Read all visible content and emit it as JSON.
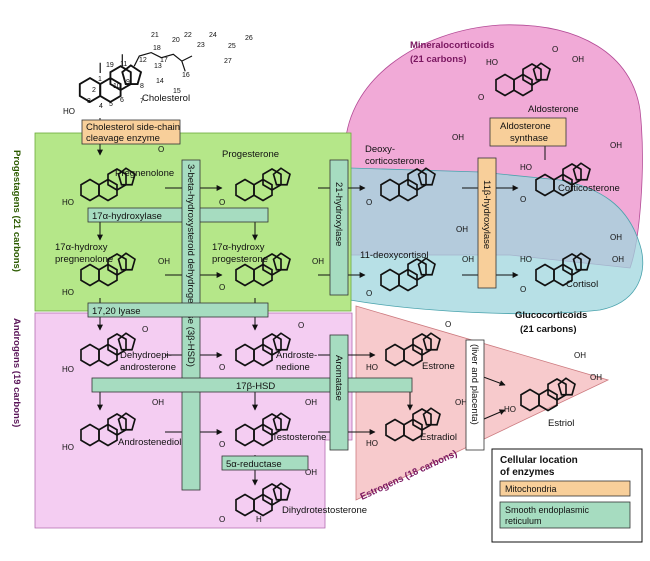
{
  "regions": {
    "mineralocorticoids": {
      "title": "Mineralocorticoids",
      "sub": "(21 carbons)",
      "fill": "#ee9bd0",
      "text_color": "#7a1760"
    },
    "glucocorticoids": {
      "title": "Glucocorticoids",
      "sub": "(21 carbons)",
      "fill": "#9fd6dd",
      "text_color": "#111111"
    },
    "progestagens": {
      "title": "Progestagens (21 carbons)",
      "fill": "#b5e789",
      "text_color": "#2c5b00"
    },
    "androgens": {
      "title": "Androgens (19 carbons)",
      "fill": "#f4cdf2",
      "text_color": "#5a1659"
    },
    "estrogens": {
      "title": "Estrogens (18 carbons)",
      "fill": "#f6c4c6",
      "text_color": "#7a1760"
    }
  },
  "compounds": {
    "cholesterol": "Cholesterol",
    "pregnenolone": "Pregnenolone",
    "progesterone": "Progesterone",
    "deoxycorticosterone_1": "Deoxy-",
    "deoxycorticosterone_2": "corticosterone",
    "corticosterone": "Corticosterone",
    "aldosterone": "Aldosterone",
    "hydroxypregnenolone_1": "17α-hydroxy",
    "hydroxypregnenolone_2": "pregnenolone",
    "hydroxyprogesterone_1": "17α-hydroxy",
    "hydroxyprogesterone_2": "progesterone",
    "deoxycortisol": "11-deoxycortisol",
    "cortisol": "Cortisol",
    "dhea_1": "Dehydroepi-",
    "dhea_2": "androsterone",
    "androstenedione_1": "Androste-",
    "androstenedione_2": "nedione",
    "estrone": "Estrone",
    "estriol": "Estriol",
    "androstenediol": "Androstenediol",
    "testosterone": "Testosterone",
    "estradiol": "Estradiol",
    "dht": "Dihydrotestosterone"
  },
  "enzymes": {
    "scc_1": "Cholesterol side-chain",
    "scc_2": "cleavage enzyme",
    "aldosterone_synthase_1": "Aldosterone",
    "aldosterone_synthase_2": "synthase",
    "hydroxylase17": "17α-hydroxylase",
    "hsd3b": "3-beta-hydroxysteroid dehydrogenase (3β-HSD)",
    "hydroxylase21": "21-hydroxylase",
    "hydroxylase11b": "11β-hydroxylase",
    "lyase": "17,20 lyase",
    "hsd17b": "17β-HSD",
    "aromatase": "Aromatase",
    "liver_placenta": "(liver and placenta)",
    "reductase5a": "5α-reductase"
  },
  "carbon_numbers": [
    "1",
    "2",
    "3",
    "4",
    "5",
    "6",
    "7",
    "8",
    "9",
    "10",
    "11",
    "12",
    "13",
    "14",
    "15",
    "16",
    "17",
    "18",
    "19",
    "20",
    "21",
    "22",
    "23",
    "24",
    "25",
    "26",
    "27"
  ],
  "chem_labels": {
    "hydroxyl": "HO",
    "oxygen": "O",
    "hydroxy_group": "OH",
    "hydrogen": "H",
    "alcohol": "OH"
  },
  "legend": {
    "title_1": "Cellular location",
    "title_2": "of enzymes",
    "mitochondria": "Mitochondria",
    "ser_1": "Smooth endoplasmic",
    "ser_2": "reticulum"
  },
  "colors": {
    "mitochondria": "#f8cf9a",
    "ser": "#a6dcc0",
    "enzyme_border": "#333333"
  }
}
